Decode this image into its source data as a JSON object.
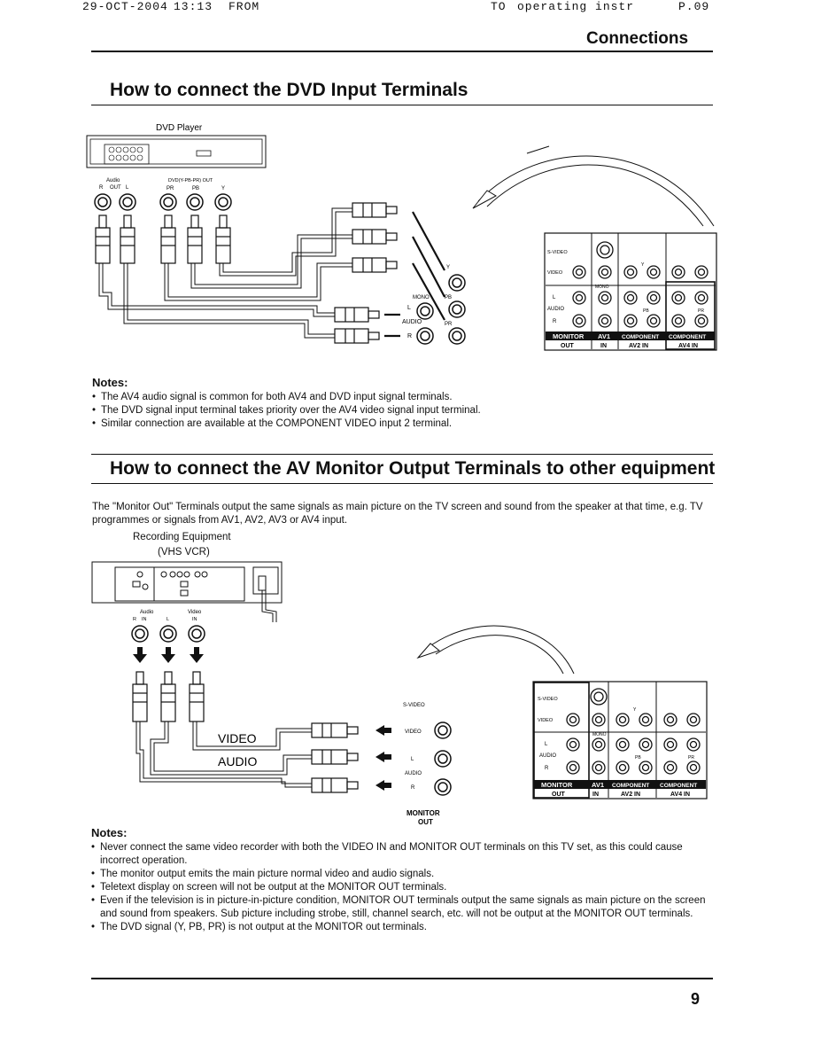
{
  "fax_header": {
    "date": "29-OCT-2004",
    "time": "13:13",
    "from": "FROM",
    "to": "TO",
    "to_name": "operating instr",
    "page": "P.09"
  },
  "section_label": "Connections",
  "dvd_section": {
    "title": "How to connect the DVD Input Terminals",
    "device_label": "DVD Player",
    "audio_out_label": "Audio",
    "audio_r": "R",
    "audio_out": "OUT",
    "audio_l": "L",
    "dvd_out_label": "DVD(Y-PB-PR) OUT",
    "pr": "PR",
    "pb": "PB",
    "y": "Y",
    "tv_y": "Y",
    "tv_mono": "MONO",
    "tv_pb": "PB",
    "tv_l": "L",
    "tv_audio": "AUDIO",
    "tv_r": "R",
    "tv_pr": "PR",
    "notes_title": "Notes:",
    "notes": [
      "The AV4 audio signal is common for both AV4 and DVD input signal terminals.",
      "The DVD signal input terminal takes priority over the AV4 video signal input terminal.",
      "Similar connection are available at the COMPONENT VIDEO input 2 terminal."
    ]
  },
  "panel": {
    "svideo": "S-VIDEO",
    "video": "VIDEO",
    "l": "L",
    "audio": "AUDIO",
    "r": "R",
    "mono": "MONO",
    "y": "Y",
    "pb": "PB",
    "pr": "PR",
    "monitor_out": [
      "MONITOR",
      "OUT"
    ],
    "av1_in": [
      "AV1",
      "IN"
    ],
    "av2_in": [
      "COMPONENT",
      "AV2 IN"
    ],
    "av4_in": [
      "COMPONENT",
      "AV4 IN"
    ]
  },
  "monitor_section": {
    "title": "How to connect the AV Monitor Output Terminals to other equipment",
    "intro": "The \"Monitor Out\" Terminals output the same signals as main picture on the TV screen and sound from the speaker at that time, e.g. TV programmes or signals from AV1, AV2, AV3 or AV4 input.",
    "device_label": "Recording Equipment",
    "device_sub": "(VHS VCR)",
    "audio_label": "Audio",
    "audio_r": "R",
    "audio_in": "IN",
    "audio_l": "L",
    "video_label": "Video",
    "video_in": "IN",
    "cable_video": "VIDEO",
    "cable_audio": "AUDIO",
    "tv_svideo": "S-VIDEO",
    "tv_video": "VIDEO",
    "tv_l": "L",
    "tv_audio": "AUDIO",
    "tv_r": "R",
    "monitor_out_title": "MONITOR",
    "monitor_out_sub": "OUT",
    "notes_title": "Notes:",
    "notes": [
      "Never connect the same video recorder with both the VIDEO IN and MONITOR OUT terminals on this TV set, as this could cause incorrect operation.",
      "The monitor output emits the main picture normal video and audio signals.",
      "Teletext display on screen will not be output at the MONITOR OUT terminals.",
      "Even if the television is in picture-in-picture condition, MONITOR OUT terminals output the same signals as main picture on the screen and sound from speakers. Sub picture including strobe, still, channel search, etc. will not be output at the MONITOR OUT terminals.",
      "The DVD signal (Y, PB, PR) is not output at the MONITOR out terminals."
    ]
  },
  "page_number": "9"
}
